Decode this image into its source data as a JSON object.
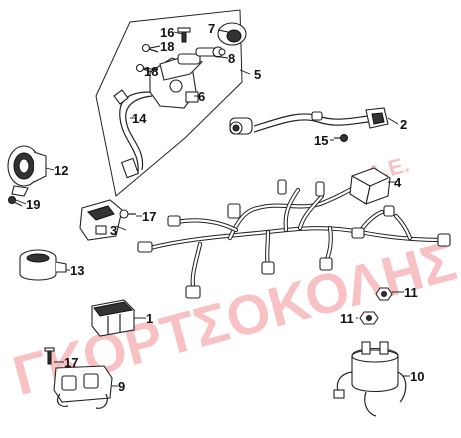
{
  "watermark": {
    "brand": "ΓΚΟΡΤΣΟΚΟΛΗΣ",
    "suffix": "Α.Ε.",
    "color": "#e8242a"
  },
  "callouts": {
    "c1": "1",
    "c2": "2",
    "c3": "3",
    "c4": "4",
    "c5": "5",
    "c6": "6",
    "c7": "7",
    "c8": "8",
    "c9": "9",
    "c10": "10",
    "c11a": "11",
    "c11b": "11",
    "c12": "12",
    "c13": "13",
    "c14": "14",
    "c15": "15",
    "c16": "16",
    "c17a": "17",
    "c17b": "17",
    "c18a": "18",
    "c18b": "18",
    "c19": "19"
  },
  "colors": {
    "line": "#222222",
    "background": "#ffffff"
  }
}
